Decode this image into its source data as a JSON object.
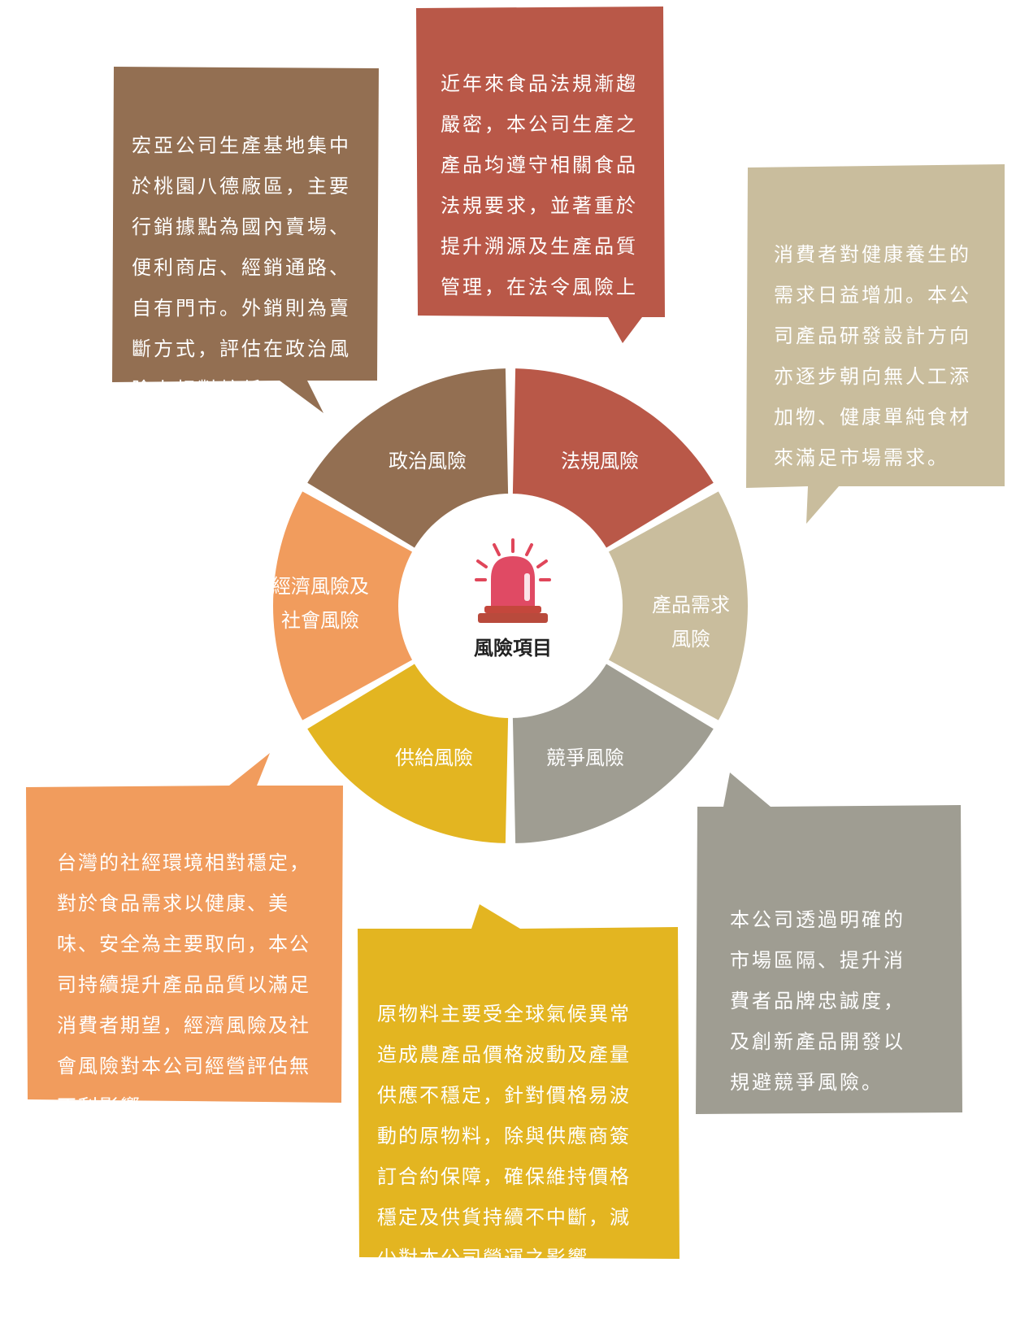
{
  "center": {
    "title": "風險項目",
    "icon": "alarm-light-icon"
  },
  "segments": [
    {
      "id": "political",
      "label": "政治風險",
      "color": "#936f52"
    },
    {
      "id": "regulatory",
      "label": "法規風險",
      "color": "#b95848"
    },
    {
      "id": "product-demand",
      "label": "產品需求\n風險",
      "color": "#c9bd9d"
    },
    {
      "id": "competition",
      "label": "競爭風險",
      "color": "#9f9d92"
    },
    {
      "id": "supply",
      "label": "供給風險",
      "color": "#e3b521"
    },
    {
      "id": "economic-social",
      "label": "經濟風險及\n社會風險",
      "color": "#f19c5d"
    }
  ],
  "descriptions": {
    "political": "宏亞公司生產基地集中\n於桃園八德廠區，主要\n行銷據點為國內賣場、\n便利商店、經銷通路、\n自有門市。外銷則為賣\n斷方式，評估在政治風\n險上相對較低。",
    "regulatory": "近年來食品法規漸趨\n嚴密，本公司生產之\n產品均遵守相關食品\n法規要求，並著重於\n提升溯源及生產品質\n管理，在法令風險上\n並無不利的影響。",
    "product_demand": "消費者對健康養生的\n需求日益增加。本公\n司產品研發設計方向\n亦逐步朝向無人工添\n加物、健康單純食材\n來滿足市場需求。",
    "economic_social": "台灣的社經環境相對穩定，\n對於食品需求以健康、美\n味、安全為主要取向，本公\n司持續提升產品品質以滿足\n消費者期望，經濟風險及社\n會風險對本公司經營評估無\n不利影響。",
    "supply": "原物料主要受全球氣候異常\n造成農產品價格波動及產量\n供應不穩定，針對價格易波\n動的原物料，除與供應商簽\n訂合約保障，確保維持價格\n穩定及供貨持續不中斷，減\n少對本公司營運之影響。",
    "competition": "本公司透過明確的\n市場區隔、提升消\n費者品牌忠誠度，\n及創新產品開發以\n規避競爭風險。"
  }
}
